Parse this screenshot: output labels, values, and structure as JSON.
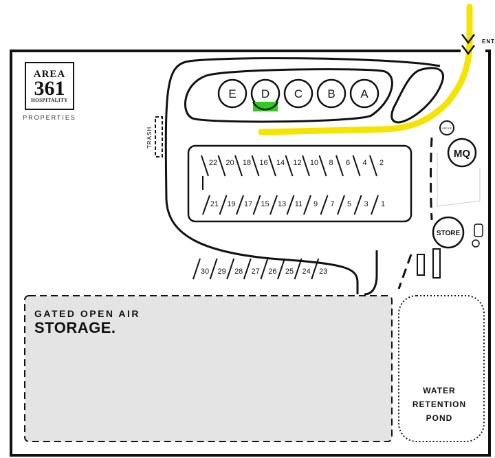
{
  "logo": {
    "line1": "AREA",
    "line2": "361",
    "line3": "HOSPITALITY",
    "sub": "PROPERTIES"
  },
  "entrance_label": "ENT",
  "trash_label": "TRASH",
  "buildings": [
    "E",
    "D",
    "C",
    "B",
    "A"
  ],
  "highlighted_building": "D",
  "mq_label": "MQ",
  "office_label": "OFFICE",
  "store_label": "STORE",
  "center_top_row": [
    "22",
    "20",
    "18",
    "16",
    "14",
    "12",
    "10",
    "8",
    "6",
    "4",
    "2"
  ],
  "center_bottom_row": [
    "21",
    "19",
    "17",
    "15",
    "13",
    "11",
    "9",
    "7",
    "5",
    "3",
    "1"
  ],
  "lower_row": [
    "30",
    "29",
    "28",
    "27",
    "26",
    "25",
    "24",
    "23"
  ],
  "storage": {
    "title": "GATED OPEN AIR",
    "subtitle": "STORAGE."
  },
  "pond": {
    "line1": "WATER",
    "line2": "RETENTION",
    "line3": "POND"
  },
  "colors": {
    "route": "#f5e400",
    "highlight": "#2ecc1f",
    "storage_fill": "#e4e4e4",
    "ink": "#111111"
  }
}
